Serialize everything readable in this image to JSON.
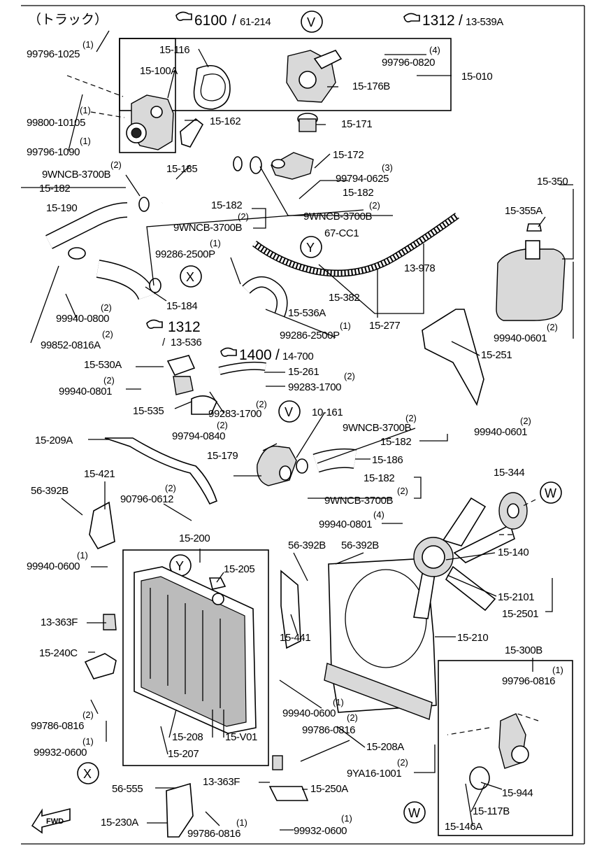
{
  "header": {
    "title": "（トラック）"
  },
  "refs": {
    "top_a": "6100",
    "top_a2": "61-214",
    "top_b": "1312",
    "top_b2": "13-539A",
    "mid_a": "1312",
    "mid_a2": "13-536",
    "mid_b": "1400",
    "mid_b2": "14-700"
  },
  "circles": {
    "v1": "V",
    "v2": "V",
    "x1": "X",
    "x2": "X",
    "y1": "Y",
    "y2": "Y",
    "w1": "W",
    "w2": "W"
  },
  "fwd": "FWD",
  "labels": [
    {
      "id": "q-99796-1025",
      "text": "(1)"
    },
    {
      "id": "99796-1025",
      "text": "99796-1025"
    },
    {
      "id": "15-116",
      "text": "15-116"
    },
    {
      "id": "15-100A",
      "text": "15-100A"
    },
    {
      "id": "q-99796-0820",
      "text": "(4)"
    },
    {
      "id": "99796-0820",
      "text": "99796-0820"
    },
    {
      "id": "15-010",
      "text": "15-010"
    },
    {
      "id": "15-176B",
      "text": "15-176B"
    },
    {
      "id": "q-99800-10105",
      "text": "(1)"
    },
    {
      "id": "99800-10105",
      "text": "99800-10105"
    },
    {
      "id": "q-99796-1090",
      "text": "(1)"
    },
    {
      "id": "99796-1090",
      "text": "99796-1090"
    },
    {
      "id": "15-162",
      "text": "15-162"
    },
    {
      "id": "15-171",
      "text": "15-171"
    },
    {
      "id": "15-172",
      "text": "15-172"
    },
    {
      "id": "q-9WNCB-a",
      "text": "(2)"
    },
    {
      "id": "9WNCB-a",
      "text": "9WNCB-3700B"
    },
    {
      "id": "15-182-a",
      "text": "15-182"
    },
    {
      "id": "15-185",
      "text": "15-185"
    },
    {
      "id": "q-99794-0625",
      "text": "(3)"
    },
    {
      "id": "99794-0625",
      "text": "99794-0625"
    },
    {
      "id": "15-182-b",
      "text": "15-182"
    },
    {
      "id": "15-350",
      "text": "15-350"
    },
    {
      "id": "15-190",
      "text": "15-190"
    },
    {
      "id": "15-182-c",
      "text": "15-182"
    },
    {
      "id": "q-9WNCB-b",
      "text": "(2)"
    },
    {
      "id": "9WNCB-b",
      "text": "9WNCB-3700B"
    },
    {
      "id": "q-9WNCB-c",
      "text": "(2)"
    },
    {
      "id": "9WNCB-c",
      "text": "9WNCB-3700B"
    },
    {
      "id": "15-355A",
      "text": "15-355A"
    },
    {
      "id": "67-CC1",
      "text": "67-CC1"
    },
    {
      "id": "q-99286-a",
      "text": "(1)"
    },
    {
      "id": "99286-2500P-a",
      "text": "99286-2500P"
    },
    {
      "id": "13-978",
      "text": "13-978"
    },
    {
      "id": "15-382",
      "text": "15-382"
    },
    {
      "id": "15-184",
      "text": "15-184"
    },
    {
      "id": "q-99940-0800",
      "text": "(2)"
    },
    {
      "id": "99940-0800",
      "text": "99940-0800"
    },
    {
      "id": "15-536A",
      "text": "15-536A"
    },
    {
      "id": "15-277",
      "text": "15-277"
    },
    {
      "id": "q-99286-b",
      "text": "(1)"
    },
    {
      "id": "99286-2500P-b",
      "text": "99286-2500P"
    },
    {
      "id": "q-99940-0601-a",
      "text": "(2)"
    },
    {
      "id": "99940-0601-a",
      "text": "99940-0601"
    },
    {
      "id": "q-99852",
      "text": "(2)"
    },
    {
      "id": "99852-0816A",
      "text": "99852-0816A"
    },
    {
      "id": "15-251",
      "text": "15-251"
    },
    {
      "id": "15-530A",
      "text": "15-530A"
    },
    {
      "id": "15-261",
      "text": "15-261"
    },
    {
      "id": "q-99940-0801-a",
      "text": "(2)"
    },
    {
      "id": "99940-0801-a",
      "text": "99940-0801"
    },
    {
      "id": "q-99283-a",
      "text": "(2)"
    },
    {
      "id": "99283-1700-a",
      "text": "99283-1700"
    },
    {
      "id": "15-535",
      "text": "15-535"
    },
    {
      "id": "99283-1700-b",
      "text": "99283-1700"
    },
    {
      "id": "q-99283-b",
      "text": "(2)"
    },
    {
      "id": "10-161",
      "text": "10-161"
    },
    {
      "id": "q-99794-0840",
      "text": "(2)"
    },
    {
      "id": "99794-0840",
      "text": "99794-0840"
    },
    {
      "id": "q-9WNCB-d",
      "text": "(2)"
    },
    {
      "id": "9WNCB-d",
      "text": "9WNCB-3700B"
    },
    {
      "id": "15-182-d",
      "text": "15-182"
    },
    {
      "id": "q-99940-0601-b",
      "text": "(2)"
    },
    {
      "id": "99940-0601-b",
      "text": "99940-0601"
    },
    {
      "id": "15-209A",
      "text": "15-209A"
    },
    {
      "id": "15-179",
      "text": "15-179"
    },
    {
      "id": "15-186",
      "text": "15-186"
    },
    {
      "id": "15-344",
      "text": "15-344"
    },
    {
      "id": "56-392B-a",
      "text": "56-392B"
    },
    {
      "id": "15-421",
      "text": "15-421"
    },
    {
      "id": "q-90796",
      "text": "(2)"
    },
    {
      "id": "90796-0612",
      "text": "90796-0612"
    },
    {
      "id": "15-182-e",
      "text": "15-182"
    },
    {
      "id": "q-9WNCB-e",
      "text": "(2)"
    },
    {
      "id": "9WNCB-e",
      "text": "9WNCB-3700B"
    },
    {
      "id": "q-99940-0801-b",
      "text": "(4)"
    },
    {
      "id": "99940-0801-b",
      "text": "99940-0801"
    },
    {
      "id": "15-200",
      "text": "15-200"
    },
    {
      "id": "q-99940-0600-a",
      "text": "(1)"
    },
    {
      "id": "99940-0600-a",
      "text": "99940-0600"
    },
    {
      "id": "56-392B-b",
      "text": "56-392B"
    },
    {
      "id": "56-392B-c",
      "text": "56-392B"
    },
    {
      "id": "15-140",
      "text": "15-140"
    },
    {
      "id": "15-205",
      "text": "15-205"
    },
    {
      "id": "15-2101",
      "text": "15-2101"
    },
    {
      "id": "15-2501",
      "text": "15-2501"
    },
    {
      "id": "13-363F-a",
      "text": "13-363F"
    },
    {
      "id": "15-441",
      "text": "15-441"
    },
    {
      "id": "15-210",
      "text": "15-210"
    },
    {
      "id": "15-240C",
      "text": "15-240C"
    },
    {
      "id": "15-300B",
      "text": "15-300B"
    },
    {
      "id": "q-99796-0816",
      "text": "(1)"
    },
    {
      "id": "99796-0816",
      "text": "99796-0816"
    },
    {
      "id": "q-99786-a",
      "text": "(2)"
    },
    {
      "id": "99786-0816-a",
      "text": "99786-0816"
    },
    {
      "id": "q-99932-a",
      "text": "(1)"
    },
    {
      "id": "99932-0600-a",
      "text": "99932-0600"
    },
    {
      "id": "99940-0600-b",
      "text": "99940-0600"
    },
    {
      "id": "q-99940-0600-b",
      "text": "(1)"
    },
    {
      "id": "99786-0816-b",
      "text": "99786-0816"
    },
    {
      "id": "q-99786-b",
      "text": "(2)"
    },
    {
      "id": "15-208",
      "text": "15-208"
    },
    {
      "id": "15-V01",
      "text": "15-V01"
    },
    {
      "id": "15-207",
      "text": "15-207"
    },
    {
      "id": "15-208A",
      "text": "15-208A"
    },
    {
      "id": "q-9YA16",
      "text": "(2)"
    },
    {
      "id": "9YA16-1001",
      "text": "9YA16-1001"
    },
    {
      "id": "56-555",
      "text": "56-555"
    },
    {
      "id": "13-363F-b",
      "text": "13-363F"
    },
    {
      "id": "15-250A",
      "text": "15-250A"
    },
    {
      "id": "15-944",
      "text": "15-944"
    },
    {
      "id": "15-230A",
      "text": "15-230A"
    },
    {
      "id": "q-99786-c",
      "text": "(1)"
    },
    {
      "id": "99786-0816-c",
      "text": "99786-0816"
    },
    {
      "id": "q-99932-b",
      "text": "(1)"
    },
    {
      "id": "99932-0600-b",
      "text": "99932-0600"
    },
    {
      "id": "15-117B",
      "text": "15-117B"
    },
    {
      "id": "15-146A",
      "text": "15-146A"
    }
  ]
}
